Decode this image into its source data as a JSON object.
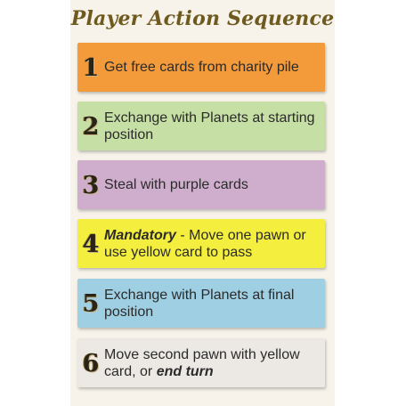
{
  "title": "Player Action Sequence",
  "colors": {
    "background": "#f7f3ea",
    "title": "#6e5a1f",
    "step_1": "#f39a3b",
    "step_2": "#c6dfa4",
    "step_3": "#cfaecd",
    "step_4": "#f4ee3e",
    "step_5": "#9fcfe3",
    "step_6": "#ece9e4"
  },
  "steps": [
    {
      "number": "1",
      "parts": [
        {
          "text": "Get free cards from charity pile",
          "emphasis": false
        }
      ]
    },
    {
      "number": "2",
      "parts": [
        {
          "text": "Exchange with Planets at starting position",
          "emphasis": false
        }
      ]
    },
    {
      "number": "3",
      "parts": [
        {
          "text": "Steal with purple cards",
          "emphasis": false
        }
      ]
    },
    {
      "number": "4",
      "parts": [
        {
          "text": "Mandatory",
          "emphasis": true
        },
        {
          "text": " - Move one pawn or use yellow card to pass",
          "emphasis": false
        }
      ]
    },
    {
      "number": "5",
      "parts": [
        {
          "text": "Exchange with Planets at final position",
          "emphasis": false
        }
      ]
    },
    {
      "number": "6",
      "parts": [
        {
          "text": "Move second pawn with yellow card, or ",
          "emphasis": false
        },
        {
          "text": "end turn",
          "emphasis": true
        }
      ]
    }
  ]
}
